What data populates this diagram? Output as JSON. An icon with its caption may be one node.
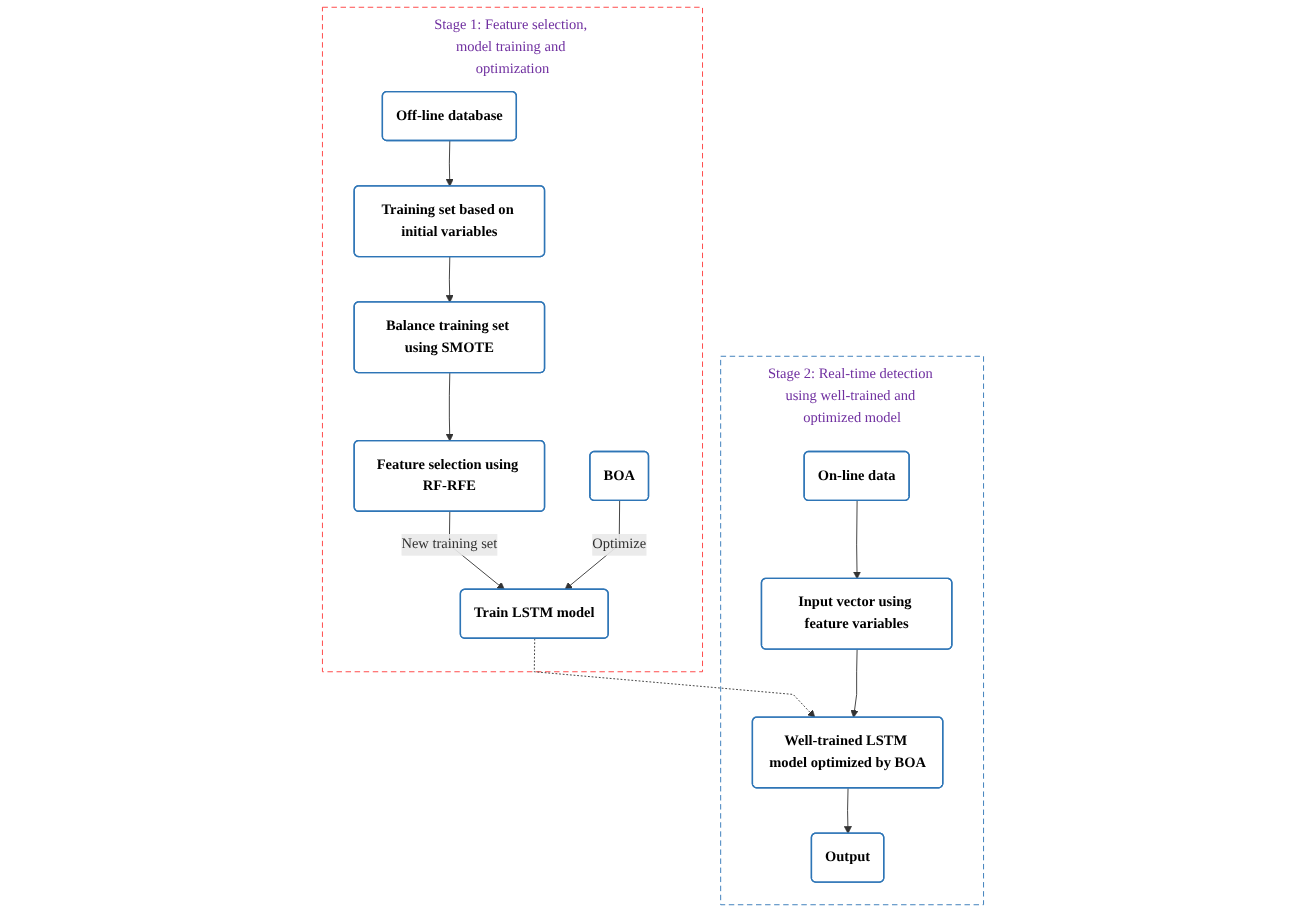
{
  "diagram": {
    "nodes": [
      {
        "text": [
          "Stage 1: Feature selection, model training and optimization"
        ]
      },
      {
        "text": [
          "Off-line database"
        ],
        "in": 0
      },
      {
        "text": [
          "Training set based on initial variables"
        ],
        "in": 0
      },
      {
        "text": [
          "Balance training set using SMOTE"
        ],
        "in": 0
      },
      {
        "text": [
          "Feature selection using RF-RFE"
        ],
        "in": 0
      },
      {
        "text": [
          "BOA"
        ],
        "in": 0
      },
      {
        "text": [
          "Train LSTM model"
        ],
        "in": 0
      },
      {
        "text": [
          "Stage 2: Real-time detection using well-trained and optimized model"
        ]
      },
      {
        "text": [
          "On-line data"
        ],
        "in": 7
      },
      {
        "text": [
          "Input vector using feature variables"
        ],
        "in": 7
      },
      {
        "text": [
          "Well-trained LSTM model optimized by BOA"
        ],
        "in": 7
      },
      {
        "text": [
          "Output"
        ],
        "in": 7
      }
    ],
    "edges": [
      {
        "from": 1,
        "to": 2,
        "arrow": "to"
      },
      {
        "from": 2,
        "to": 3,
        "arrow": "to"
      },
      {
        "from": 3,
        "to": 4,
        "arrow": "to"
      },
      {
        "from": 4,
        "to": 6,
        "arrow": "to",
        "label": "New training set"
      },
      {
        "from": 5,
        "to": 6,
        "arrow": "to",
        "label": "Optimize"
      },
      {
        "from": 6,
        "to": 10,
        "arrow": "to",
        "style": "dashed"
      },
      {
        "from": 8,
        "to": 9,
        "arrow": "to"
      },
      {
        "from": 9,
        "to": 10,
        "arrow": "to"
      },
      {
        "from": 10,
        "to": 11,
        "arrow": "to"
      }
    ]
  }
}
